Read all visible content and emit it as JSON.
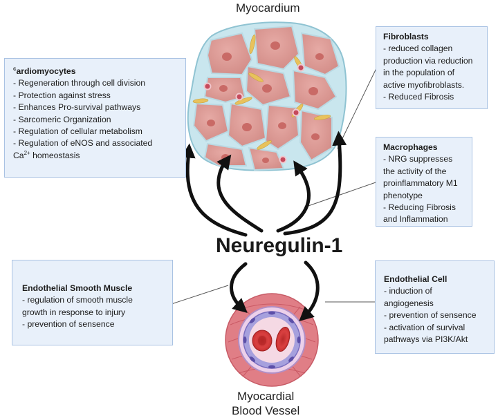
{
  "title": "Neuregulin-1",
  "labels": {
    "myocardium": "Myocardium",
    "vessel_line1": "Myocardial",
    "vessel_line2": "Blood Vessel"
  },
  "boxes": {
    "cardiomyocytes": {
      "heading_sup": "c",
      "heading_rest": "ardiomyocytes",
      "lines": [
        "- Regeneration through cell division",
        "- Protection against stress",
        "- Enhances Pro-survival pathways",
        "- Sarcomeric Organization",
        "- Regulation of cellular metabolism",
        "- Regulation of eNOS and associated"
      ],
      "last_line_prefix": "Ca",
      "last_line_sup": "2+",
      "last_line_suffix": " homeostasis"
    },
    "fibroblasts": {
      "heading": "Fibroblasts",
      "lines": [
        "- reduced collagen",
        "production via reduction",
        "in the population of",
        "active myofibroblasts.",
        "- Reduced Fibrosis"
      ]
    },
    "macrophages": {
      "heading": "Macrophages",
      "lines": [
        "- NRG suppresses",
        "the activity of the",
        "proinflammatory M1",
        "phenotype",
        "- Reducing Fibrosis",
        "and Inflammation"
      ]
    },
    "smooth_muscle": {
      "heading": "Endothelial Smooth Muscle",
      "lines": [
        "- regulation of smooth muscle",
        "growth in response to injury",
        "- prevention of sensence"
      ]
    },
    "endothelial": {
      "heading": "Endothelial Cell",
      "lines": [
        "- induction of",
        "angiogenesis",
        "- prevention of sensence",
        "- activation of survival",
        "pathways via PI3K/Akt"
      ]
    }
  },
  "colors": {
    "box_fill": "#e8f0fa",
    "box_border": "#a9c2e3",
    "cell_fill": "#dc9d98",
    "nucleus": "#c96a66",
    "fibroblast": "#e8c25c",
    "vessel_outer": "#e07e86",
    "arrow": "#111111"
  }
}
